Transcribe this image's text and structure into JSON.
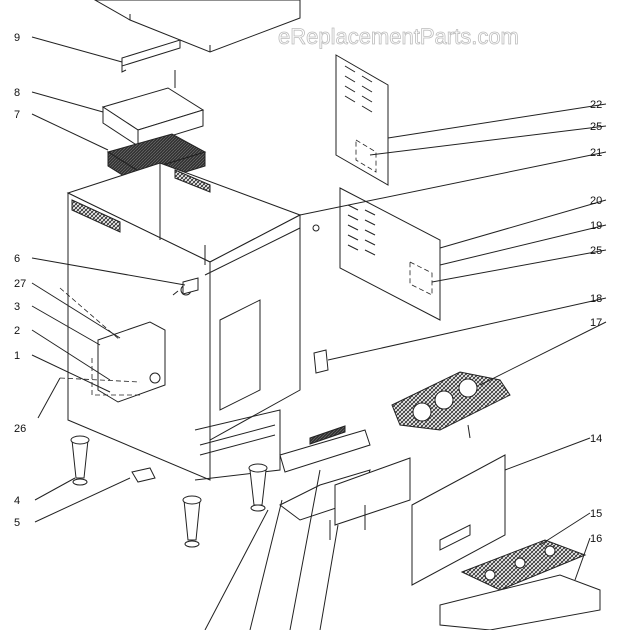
{
  "watermark": "eReplacementParts.com",
  "labels": [
    "9",
    "8",
    "7",
    "6",
    "27",
    "3",
    "2",
    "1",
    "26",
    "4",
    "5",
    "22",
    "25",
    "21",
    "20",
    "19",
    "25",
    "18",
    "17",
    "14",
    "15",
    "16"
  ]
}
